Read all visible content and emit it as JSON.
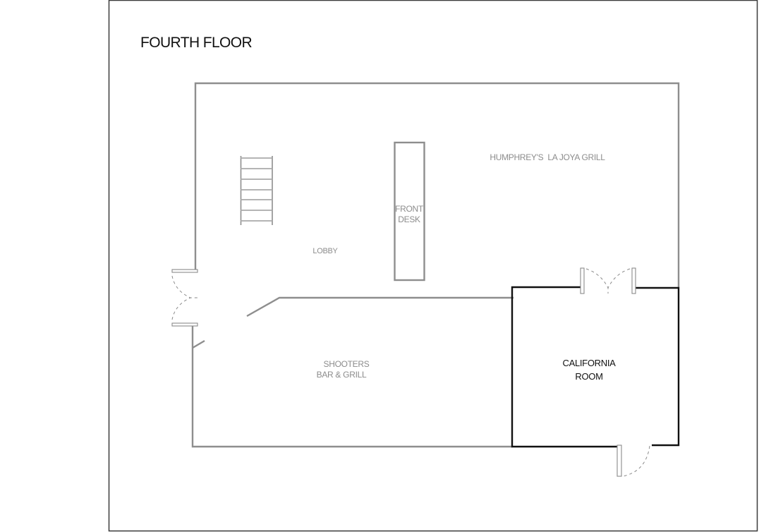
{
  "floor_plan": {
    "title": "FOURTH FLOOR",
    "rooms": {
      "grill": {
        "label": "HUMPHREY'S  LA JOYA GRILL"
      },
      "front_desk": {
        "label_line1": "FRONT",
        "label_line2": "DESK"
      },
      "lobby": {
        "label": "LOBBY"
      },
      "shooters": {
        "label_line1": "SHOOTERS",
        "label_line2": "BAR & GRILL"
      },
      "california_room": {
        "label_line1": "CALIFORNIA",
        "label_line2": "ROOM",
        "highlighted": true
      }
    },
    "features": {
      "stairs": {
        "treads": 7
      },
      "doors": [
        "lobby-entrance-double-door",
        "california-room-double-door",
        "california-room-side-door"
      ]
    },
    "colors": {
      "frame": "#3a3a3a",
      "wall": "#8e8e8e",
      "highlight_wall": "#111111",
      "label_gray": "#8c8c8c",
      "label_black": "#111111"
    }
  }
}
